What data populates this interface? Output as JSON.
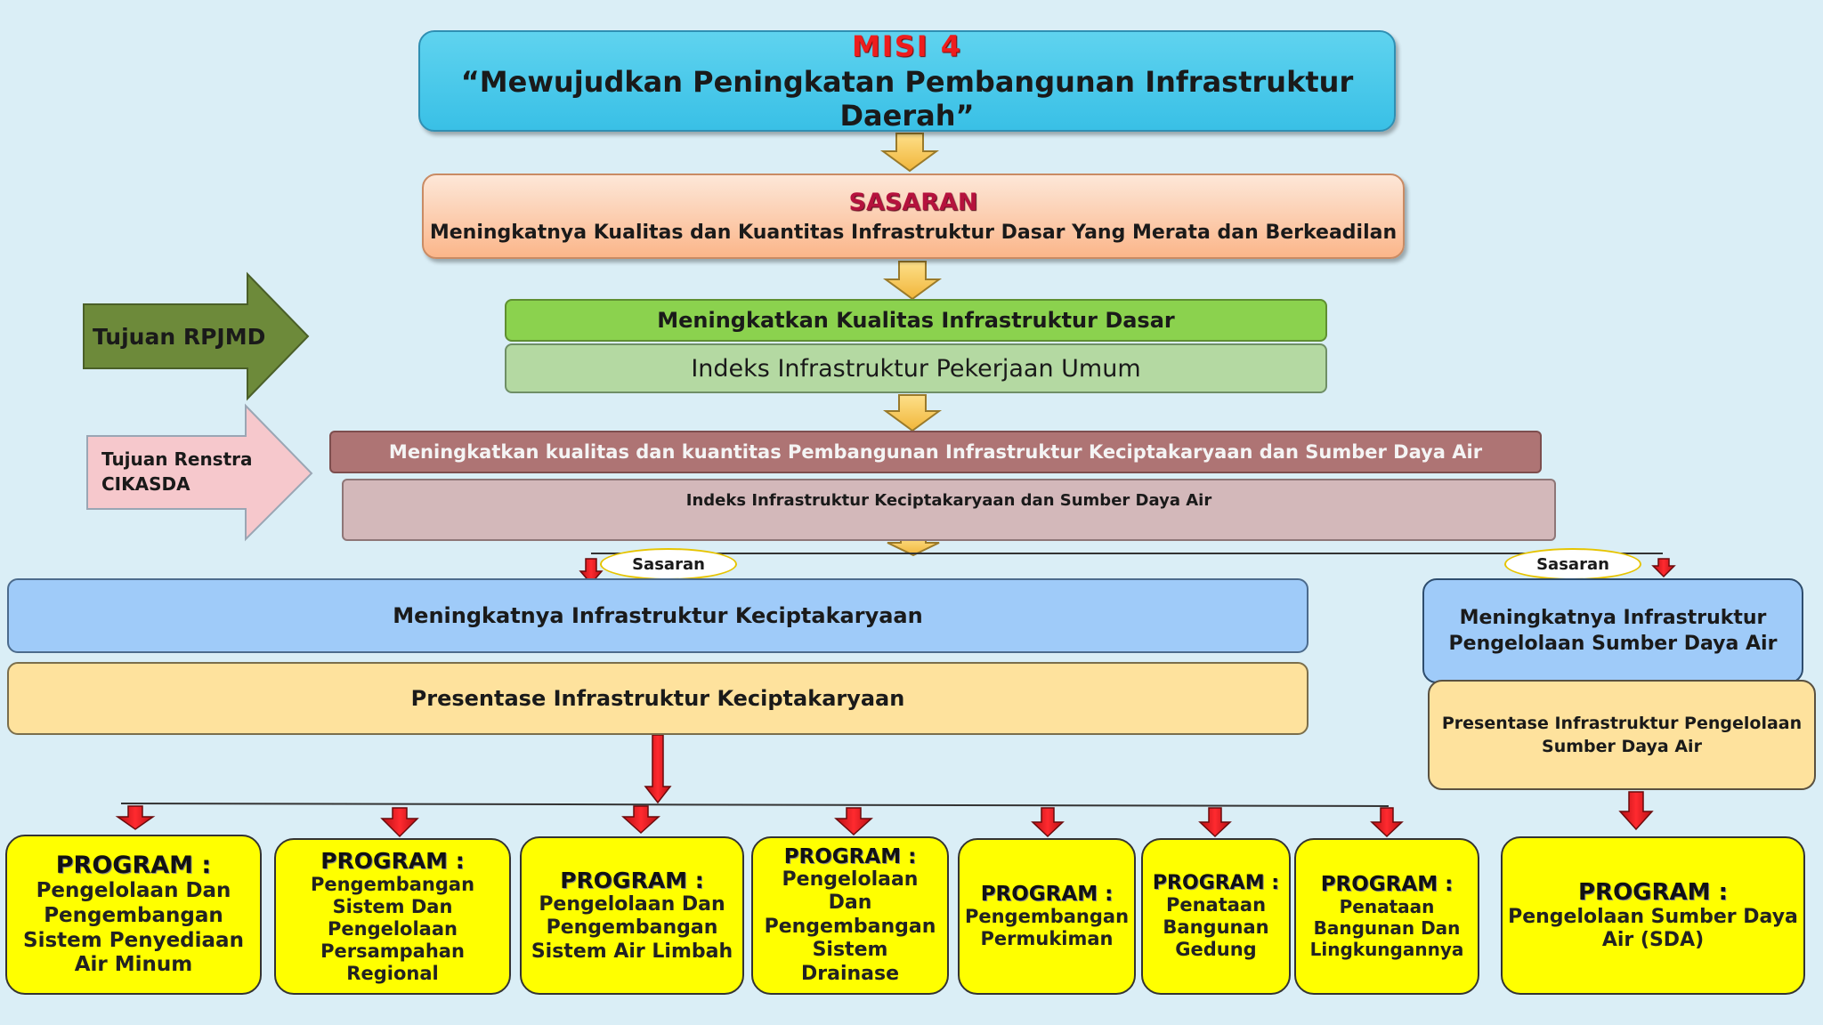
{
  "misi": {
    "title": "MISI 4",
    "text": "“Mewujudkan Peningkatan Pembangunan Infrastruktur Daerah”"
  },
  "sasaran_top": {
    "title": "SASARAN",
    "text": "Meningkatnya Kualitas dan Kuantitas Infrastruktur Dasar Yang Merata dan Berkeadilan"
  },
  "tujuan_rpjmd": {
    "label": "Tujuan RPJMD",
    "goal": "Meningkatkan Kualitas Infrastruktur Dasar",
    "indicator": "Indeks Infrastruktur Pekerjaan Umum"
  },
  "tujuan_renstra": {
    "label_line1": "Tujuan Renstra",
    "label_line2": "CIKASDA",
    "goal": "Meningkatkan kualitas dan kuantitas Pembangunan Infrastruktur  Keciptakaryaan dan Sumber Daya Air",
    "indicator": "Indeks Infrastruktur Keciptakaryaan dan Sumber Daya Air"
  },
  "sasaran_left": {
    "label": "Sasaran",
    "goal": "Meningkatnya Infrastruktur Keciptakaryaan",
    "indicator": "Presentase Infrastruktur Keciptakaryaan"
  },
  "sasaran_right": {
    "label": "Sasaran",
    "goal_line1": "Meningkatnya Infrastruktur",
    "goal_line2": "Pengelolaan Sumber Daya Air",
    "indicator_line1": "Presentase Infrastruktur Pengelolaan",
    "indicator_line2": "Sumber Daya Air"
  },
  "program_label": "PROGRAM :",
  "programs": [
    {
      "lines": [
        "Pengelolaan Dan",
        "Pengembangan",
        "Sistem Penyediaan",
        "Air Minum"
      ]
    },
    {
      "lines": [
        "Pengembangan",
        "Sistem Dan",
        "Pengelolaan",
        "Persampahan",
        "Regional"
      ]
    },
    {
      "lines": [
        "Pengelolaan Dan",
        "Pengembangan",
        "Sistem Air Limbah"
      ]
    },
    {
      "lines": [
        "Pengelolaan",
        "Dan",
        "Pengembangan",
        "Sistem",
        "Drainase"
      ]
    },
    {
      "lines": [
        "Pengembangan",
        "Permukiman"
      ]
    },
    {
      "lines": [
        "Penataan",
        "Bangunan",
        "Gedung"
      ]
    },
    {
      "lines": [
        "Penataan",
        "Bangunan Dan",
        "Lingkungannya"
      ]
    },
    {
      "lines": [
        "Pengelolaan Sumber Daya",
        "Air (SDA)"
      ]
    }
  ],
  "colors": {
    "background": "#daeef6",
    "misi_box": "#39c0e6",
    "misi_title": "#ee1d1d",
    "sasaran_box": "#fbb68a",
    "sasaran_title": "#b5123d",
    "rpjmd_arrow": "#6d8a3a",
    "renstra_arrow": "#f6c8cc",
    "program_box": "#ffff00",
    "down_arrow_gold": "#f7c64a",
    "down_arrow_red": "#e11b22"
  }
}
